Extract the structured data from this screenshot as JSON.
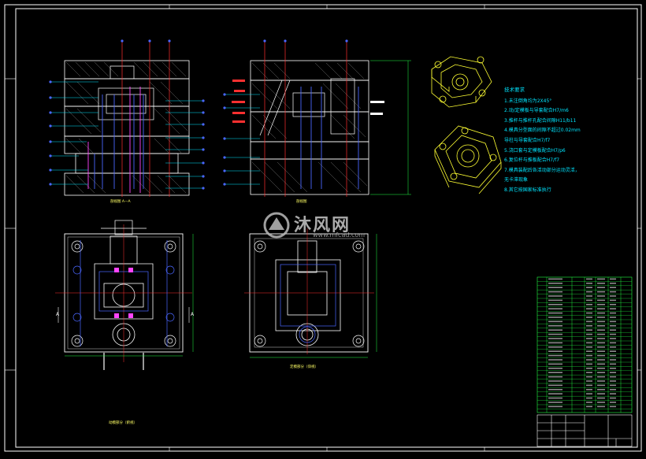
{
  "watermark": {
    "logo_text": "沐风网",
    "url": "www.mfcad.com"
  },
  "technical_notes": {
    "title": "技术要求",
    "items": [
      "1.未注倒角均为2X45°",
      "2.动/定模板与导套配合H7/m6",
      "3.推杆与推杆孔配合间隙H11/b11",
      "4.模具分型面的间隙不超过0.02mm",
      "  导柱与导套配合H7/f7",
      "5.浇口套与定模板配合H7/p6",
      "6.复位杆与推板配合H7/f7",
      "7.模具装配后各活动部分运动灵活，",
      "  无卡滞现象",
      "8.其它按国家标准执行"
    ]
  },
  "view_labels": {
    "section_aa": "剖视图 A—A",
    "section_bb": "剖视图",
    "bottom_plan": "动模部分（俯视）",
    "top_plan": "定模部分（仰视）"
  },
  "section_mark": "A",
  "colors": {
    "background": "#000000",
    "frame": "#ffffff",
    "outline": "#ffffff",
    "hatch": "#bbbbbb",
    "center": "#ff3030",
    "blue": "#4a66ff",
    "green": "#22ff44",
    "cyan": "#00e5ff",
    "yellow": "#ffff33",
    "magenta": "#ff44ff"
  }
}
